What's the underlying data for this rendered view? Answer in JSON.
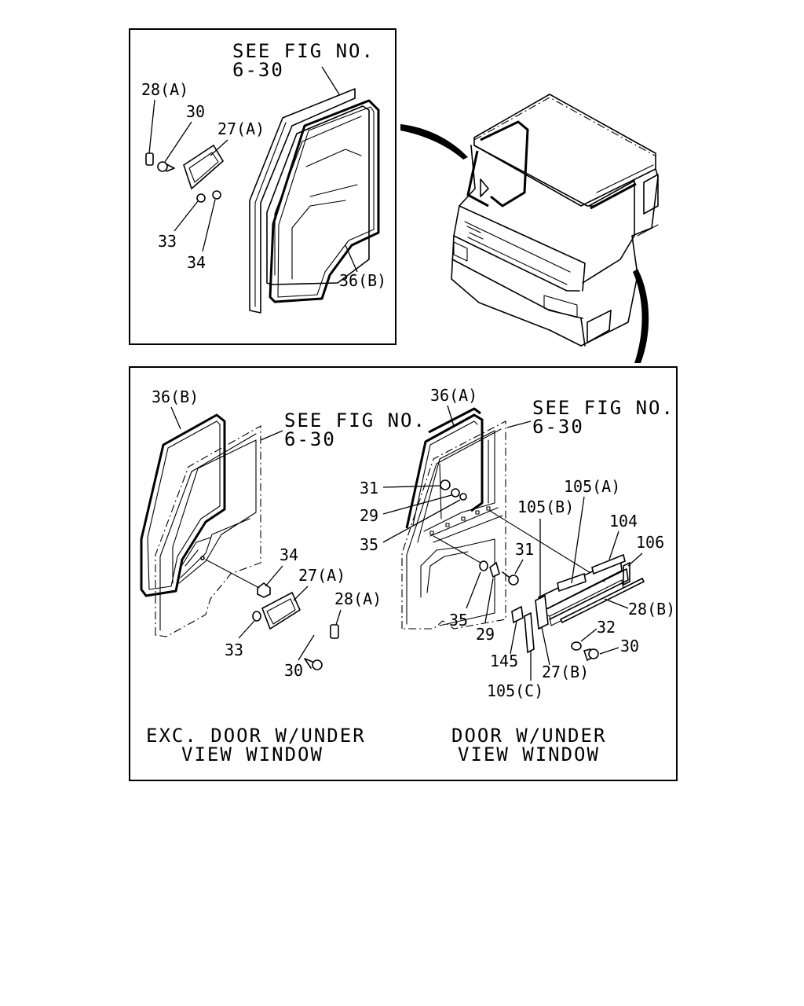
{
  "top_panel": {
    "ref_line1": "SEE FIG NO.",
    "ref_line2": "6-30",
    "labels": {
      "p28a": "28(A)",
      "p30": "30",
      "p27a": "27(A)",
      "p33": "33",
      "p34": "34",
      "p36b": "36(B)"
    }
  },
  "bottom_left": {
    "ref_line1": "SEE FIG NO.",
    "ref_line2": "6-30",
    "labels": {
      "p36b": "36(B)",
      "p34": "34",
      "p27a": "27(A)",
      "p28a": "28(A)",
      "p33": "33",
      "p30": "30"
    },
    "caption_line1": "EXC. DOOR W/UNDER",
    "caption_line2": "VIEW WINDOW"
  },
  "bottom_right": {
    "ref_line1": "SEE FIG NO.",
    "ref_line2": "6-30",
    "labels": {
      "p36a": "36(A)",
      "p31a": "31",
      "p29a": "29",
      "p35a": "35",
      "p105a": "105(A)",
      "p105b": "105(B)",
      "p104": "104",
      "p106": "106",
      "p31b": "31",
      "p35b": "35",
      "p29b": "29",
      "p28b": "28(B)",
      "p32": "32",
      "p30": "30",
      "p145": "145",
      "p27b": "27(B)",
      "p105c": "105(C)"
    },
    "caption_line1": "DOOR W/UNDER",
    "caption_line2": "VIEW WINDOW"
  }
}
